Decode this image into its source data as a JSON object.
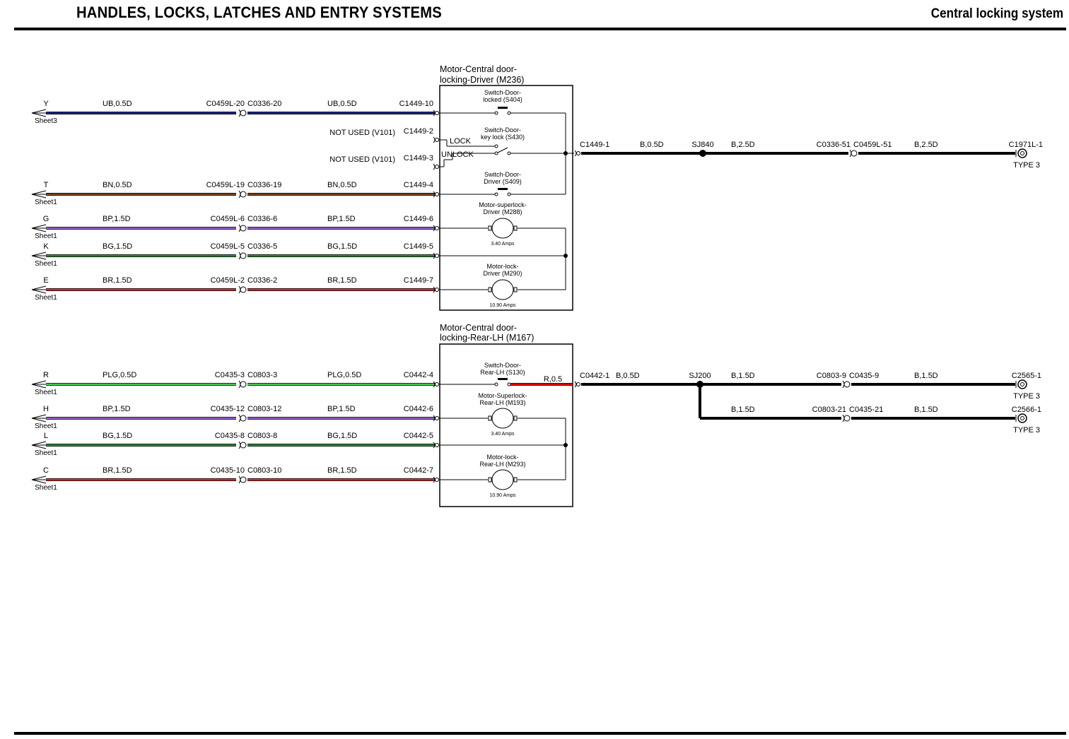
{
  "header": {
    "title": "HANDLES, LOCKS, LATCHES AND ENTRY SYSTEMS",
    "section": "Central locking system"
  },
  "colors": {
    "UB": "#1a2a8c",
    "BN": "#7a4520",
    "BP": "#9a5fd0",
    "BG": "#2f8a3a",
    "BR": "#d03030",
    "PLG": "#4ccc55",
    "B": "#000000",
    "R": "#e00000"
  },
  "modules": [
    {
      "id": "m236",
      "title_line1": "Motor-Central door-",
      "title_line2": "locking-Driver (M236)",
      "components": [
        {
          "id": "s404",
          "line1": "Switch-Door-",
          "line2": "locked (S404)",
          "amps": ""
        },
        {
          "id": "s430",
          "line1": "Switch-Door-",
          "line2": "key lock (S430)",
          "amps": ""
        },
        {
          "id": "s409",
          "line1": "Switch-Door-",
          "line2": "Driver (S409)",
          "amps": ""
        },
        {
          "id": "m288",
          "line1": "Motor-superlock-",
          "line2": "Driver (M288)",
          "amps": "3.40 Amps"
        },
        {
          "id": "m290",
          "line1": "Motor-lock-",
          "line2": "Driver (M290)",
          "amps": "10.90 Amps"
        }
      ],
      "lock_label": "LOCK",
      "unlock_label": "UNLOCK"
    },
    {
      "id": "m167",
      "title_line1": "Motor-Central door-",
      "title_line2": "locking-Rear-LH (M167)",
      "components": [
        {
          "id": "s130",
          "line1": "Switch-Door-",
          "line2": "Rear-LH (S130)",
          "amps": ""
        },
        {
          "id": "m193",
          "line1": "Motor-Superlock-",
          "line2": "Rear-LH (M193)",
          "amps": "3.40 Amps"
        },
        {
          "id": "m293",
          "line1": "Motor-lock-",
          "line2": "Rear-LH (M293)",
          "amps": "10.90 Amps"
        }
      ]
    }
  ],
  "left_wires": [
    {
      "letter": "Y",
      "sheet": "Sheet3",
      "wire": "UB,0.5D",
      "color": "UB",
      "conn_left": "C0459L-20",
      "conn_right": "C0336-20",
      "wire2": "UB,0.5D",
      "pin": "C1449-10"
    },
    {
      "letter": "T",
      "sheet": "Sheet1",
      "wire": "BN,0.5D",
      "color": "BN",
      "conn_left": "C0459L-19",
      "conn_right": "C0336-19",
      "wire2": "BN,0.5D",
      "pin": "C1449-4"
    },
    {
      "letter": "G",
      "sheet": "Sheet1",
      "wire": "BP,1.5D",
      "color": "BP",
      "conn_left": "C0459L-6",
      "conn_right": "C0336-6",
      "wire2": "BP,1.5D",
      "pin": "C1449-6"
    },
    {
      "letter": "K",
      "sheet": "Sheet1",
      "wire": "BG,1.5D",
      "color": "BG",
      "conn_left": "C0459L-5",
      "conn_right": "C0336-5",
      "wire2": "BG,1.5D",
      "pin": "C1449-5"
    },
    {
      "letter": "E",
      "sheet": "Sheet1",
      "wire": "BR,1.5D",
      "color": "BR",
      "conn_left": "C0459L-2",
      "conn_right": "C0336-2",
      "wire2": "BR,1.5D",
      "pin": "C1449-7"
    },
    {
      "letter": "R",
      "sheet": "Sheet1",
      "wire": "PLG,0.5D",
      "color": "PLG",
      "conn_left": "C0435-3",
      "conn_right": "C0803-3",
      "wire2": "PLG,0.5D",
      "pin": "C0442-4"
    },
    {
      "letter": "H",
      "sheet": "Sheet1",
      "wire": "BP,1.5D",
      "color": "BP",
      "conn_left": "C0435-12",
      "conn_right": "C0803-12",
      "wire2": "BP,1.5D",
      "pin": "C0442-6"
    },
    {
      "letter": "L",
      "sheet": "Sheet1",
      "wire": "BG,1.5D",
      "color": "BG",
      "conn_left": "C0435-8",
      "conn_right": "C0803-8",
      "wire2": "BG,1.5D",
      "pin": "C0442-5"
    },
    {
      "letter": "C",
      "sheet": "Sheet1",
      "wire": "BR,1.5D",
      "color": "BR",
      "conn_left": "C0435-10",
      "conn_right": "C0803-10",
      "wire2": "BR,1.5D",
      "pin": "C0442-7"
    }
  ],
  "not_used": [
    {
      "label": "NOT USED (V101)",
      "pin": "C1449-2"
    },
    {
      "label": "NOT USED (V101)",
      "pin": "C1449-3"
    }
  ],
  "right_wires": {
    "driver": {
      "pin": "C1449-1",
      "wire1": "B,0.5D",
      "splice": "SJ840",
      "wire2": "B,2.5D",
      "conn_left": "C0336-51",
      "conn_right": "C0459L-51",
      "wire3": "B,2.5D",
      "end": "C1971L-1",
      "end_type": "TYPE 3"
    },
    "rear": {
      "short_wire": "R,0.5",
      "pin": "C0442-1",
      "wire1": "B,0.5D",
      "splice": "SJ200",
      "branches": [
        {
          "wire": "B,1.5D",
          "conn_left": "C0803-9",
          "conn_right": "C0435-9",
          "wire2": "B,1.5D",
          "end": "C2565-1",
          "end_type": "TYPE 3"
        },
        {
          "wire": "B,1.5D",
          "conn_left": "C0803-21",
          "conn_right": "C0435-21",
          "wire2": "B,1.5D",
          "end": "C2566-1",
          "end_type": "TYPE 3"
        }
      ]
    }
  }
}
